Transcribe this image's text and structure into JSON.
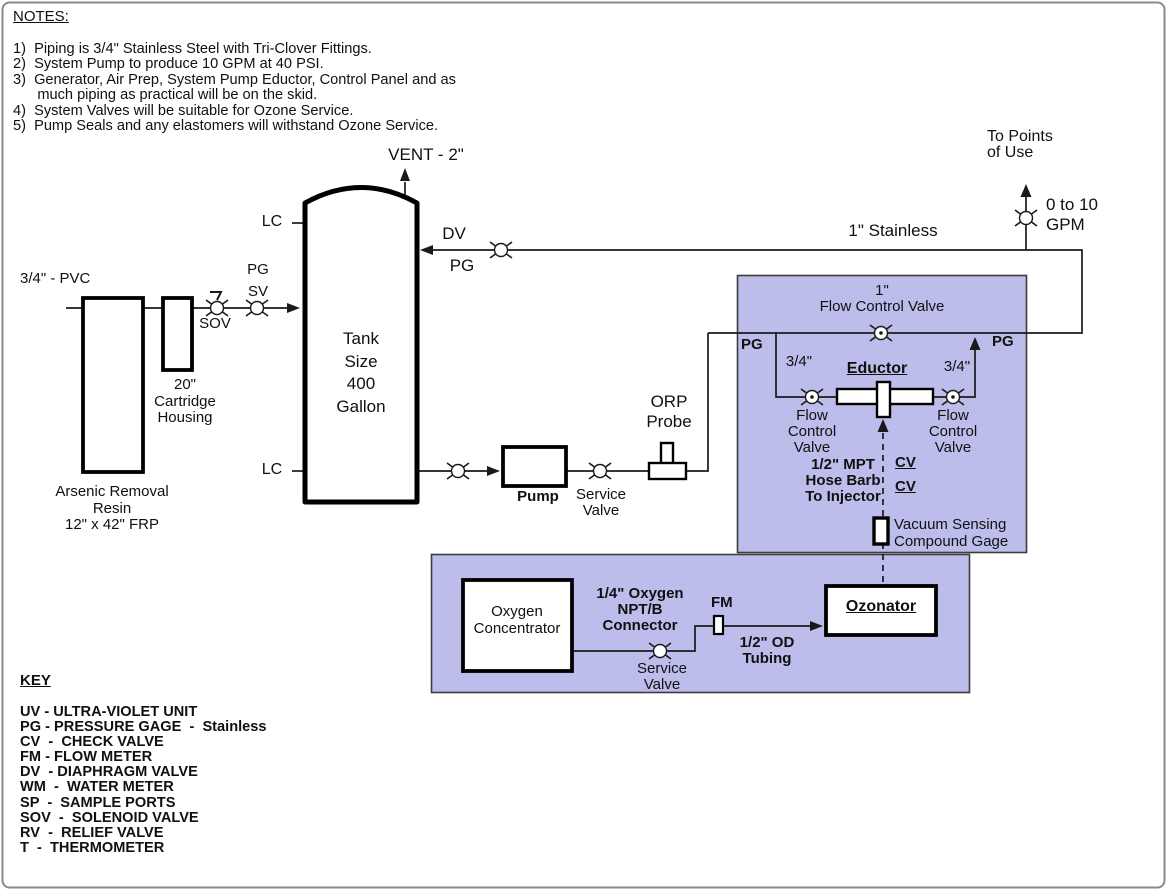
{
  "colors": {
    "highlight_fill": "#bdbdec",
    "highlight_border": "#3c3c3c",
    "line": "#1a1a1a",
    "page_border": "#8a8a8a"
  },
  "notes": {
    "title": "NOTES:",
    "lines": [
      "1)  Piping is 3/4\" Stainless Steel with Tri-Clover Fittings.",
      "2)  System Pump to produce 10 GPM at 40 PSI.",
      "3)  Generator, Air Prep, System Pump Eductor, Control Panel and as",
      "      much piping as practical will be on the skid.",
      "4)  System Valves will be suitable for Ozone Service.",
      "5)  Pump Seals and any elastomers will withstand Ozone Service."
    ]
  },
  "key": {
    "title": "KEY",
    "items": [
      "UV - ULTRA-VIOLET UNIT",
      "PG - PRESSURE GAGE  -  Stainless",
      "CV  -  CHECK VALVE",
      "FM - FLOW METER",
      "DV  - DIAPHRAGM VALVE",
      "WM  -  WATER METER",
      "SP  -  SAMPLE PORTS",
      "SOV  -  SOLENOID VALVE",
      "RV  -  RELIEF VALVE",
      "T  -  THERMOMETER"
    ]
  },
  "diagram": {
    "feed": {
      "pipe": "3/4\" - PVC",
      "sov": "SOV",
      "pg": "PG",
      "sv": "SV"
    },
    "arsenic_vessel": "Arsenic Removal\nResin\n12\" x 42\" FRP",
    "cartridge_housing": "20\"\nCartridge\nHousing",
    "tank": {
      "body": "Tank\nSize\n400\nGallon",
      "vent": "VENT - 2\"",
      "lc_top": "LC",
      "lc_bottom": "LC"
    },
    "return_line": {
      "dv": "DV",
      "pg": "PG",
      "material": "1\" Stainless"
    },
    "points_of_use": {
      "destination": "To Points\nof Use",
      "flow": "0 to 10\nGPM"
    },
    "pump": {
      "label": "Pump",
      "service_valve": "Service\nValve"
    },
    "orp_probe": "ORP\nProbe",
    "skid": {
      "fcv_main": "1\"\nFlow Control Valve",
      "pg_left": "PG",
      "pg_right": "PG",
      "branch_left": "3/4\"",
      "branch_right": "3/4\"",
      "eductor": "Eductor",
      "fcv_left": "Flow\nControl\nValve",
      "fcv_right": "Flow\nControl\nValve",
      "injector_hose": "1/2\" MPT\nHose Barb\nTo Injector",
      "cv_upper": "CV",
      "cv_lower": "CV",
      "vacuum_gage": "Vacuum Sensing\nCompound Gage"
    },
    "ozone_skid": {
      "oxygen_concentrator": "Oxygen\nConcentrator",
      "connector": "1/4\" Oxygen\nNPT/B\nConnector",
      "fm": "FM",
      "service_valve": "Service\nValve",
      "tubing": "1/2\" OD\nTubing",
      "ozonator": "Ozonator"
    }
  }
}
